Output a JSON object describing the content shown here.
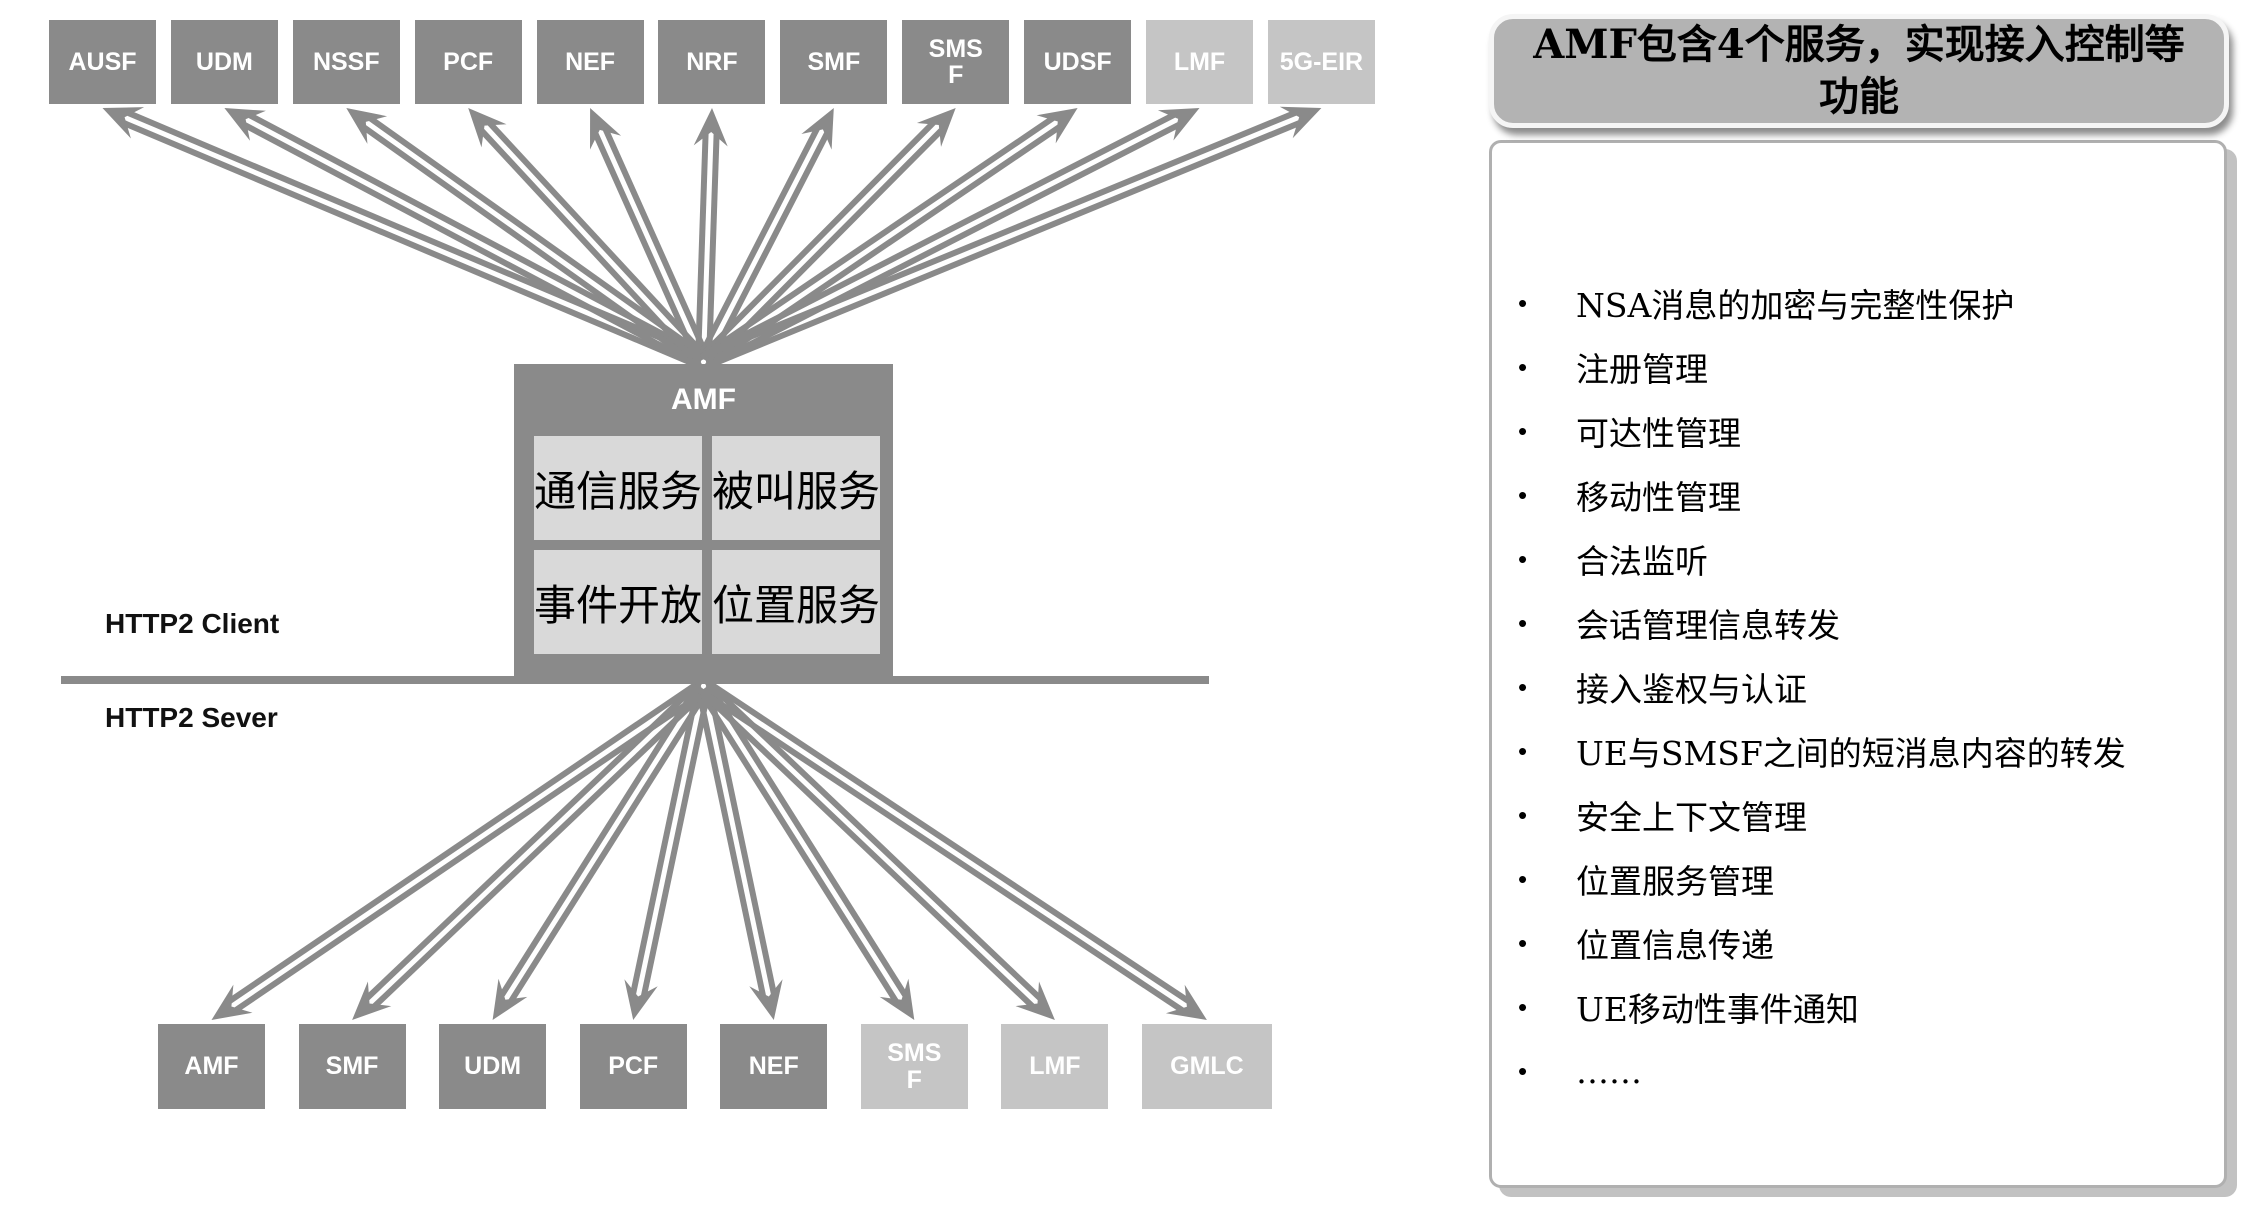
{
  "diagram": {
    "colors": {
      "node_dark": "#8a8a8a",
      "node_light": "#c5c5c5",
      "service_bg": "#d9d9d9",
      "arrow": "#8a8a8a"
    },
    "top_nodes": [
      {
        "label": "AUSF"
      },
      {
        "label": "UDM"
      },
      {
        "label": "NSSF"
      },
      {
        "label": "PCF"
      },
      {
        "label": "NEF"
      },
      {
        "label": "NRF"
      },
      {
        "label": "SMF"
      },
      {
        "label": "SMS\nF"
      },
      {
        "label": "UDSF"
      },
      {
        "label": "LMF"
      },
      {
        "label": "5G-EIR"
      }
    ],
    "bottom_nodes": [
      {
        "label": "AMF"
      },
      {
        "label": "SMF"
      },
      {
        "label": "UDM"
      },
      {
        "label": "PCF"
      },
      {
        "label": "NEF"
      },
      {
        "label": "SMS\nF"
      },
      {
        "label": "LMF"
      },
      {
        "label": "GMLC"
      }
    ],
    "amf": {
      "title": "AMF",
      "services": [
        "通信服务",
        "被叫服务",
        "事件开放",
        "位置服务"
      ]
    },
    "labels": {
      "client": "HTTP2 Client",
      "server": "HTTP2 Sever"
    }
  },
  "panel": {
    "title": "AMF包含4个服务，实现接入控制等功能",
    "bullet_char": "•",
    "items": [
      "NSA消息的加密与完整性保护",
      "注册管理",
      "可达性管理",
      "移动性管理",
      "合法监听",
      "会话管理信息转发",
      "接入鉴权与认证",
      "UE与SMSF之间的短消息内容的转发",
      "安全上下文管理",
      "位置服务管理",
      "位置信息传递",
      "UE移动性事件通知",
      "……"
    ]
  }
}
